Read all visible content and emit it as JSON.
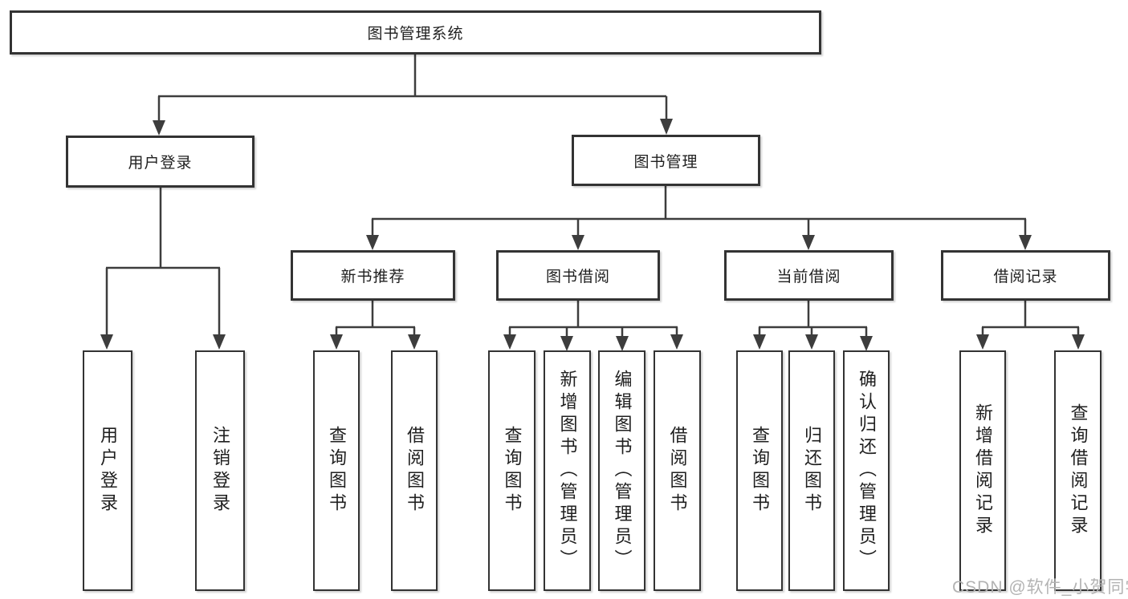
{
  "colors": {
    "line": "#3d3d3d",
    "box_border": "#333333",
    "text": "#1f1f1f",
    "watermark": "#b3b3b3",
    "background": "#ffffff"
  },
  "tree": {
    "root": {
      "label": "图书管理系统"
    },
    "children": [
      {
        "label": "用户登录",
        "children": [
          {
            "label": "用户登录"
          },
          {
            "label": "注销登录"
          }
        ]
      },
      {
        "label": "图书管理",
        "children": [
          {
            "label": "新书推荐",
            "children": [
              {
                "label": "查询图书"
              },
              {
                "label": "借阅图书"
              }
            ]
          },
          {
            "label": "图书借阅",
            "children": [
              {
                "label": "查询图书"
              },
              {
                "label": "新增图书（管理员）"
              },
              {
                "label": "编辑图书（管理员）"
              },
              {
                "label": "借阅图书"
              }
            ]
          },
          {
            "label": "当前借阅",
            "children": [
              {
                "label": "查询图书"
              },
              {
                "label": "归还图书"
              },
              {
                "label": "确认归还（管理员）"
              }
            ]
          },
          {
            "label": "借阅记录",
            "children": [
              {
                "label": "新增借阅记录"
              },
              {
                "label": "查询借阅记录"
              }
            ]
          }
        ]
      }
    ]
  },
  "watermark": {
    "text": "CSDN @软件_小贺同学"
  }
}
